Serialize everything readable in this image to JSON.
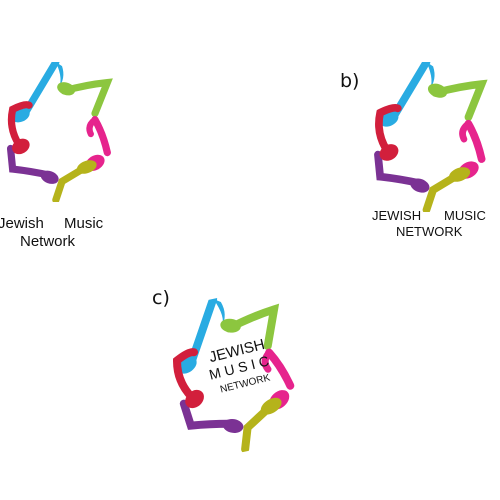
{
  "options": [
    {
      "caption": "",
      "wordmark": [
        "Jewish",
        "Music",
        "Network"
      ]
    },
    {
      "caption": "b)",
      "wordmark": [
        "JEWISH",
        "MUSIC",
        "NETWORK"
      ]
    },
    {
      "caption": "c)",
      "wordmark": [
        "JEWISH",
        "MUSIC",
        "NETWORK"
      ]
    }
  ],
  "colors": {
    "cyan": "#29abe2",
    "green": "#8cc63f",
    "magenta": "#e6248d",
    "olive": "#b5b31b",
    "purple": "#7b3294",
    "red": "#d21f3c"
  },
  "icon": "star-of-david-music-notes-icon"
}
